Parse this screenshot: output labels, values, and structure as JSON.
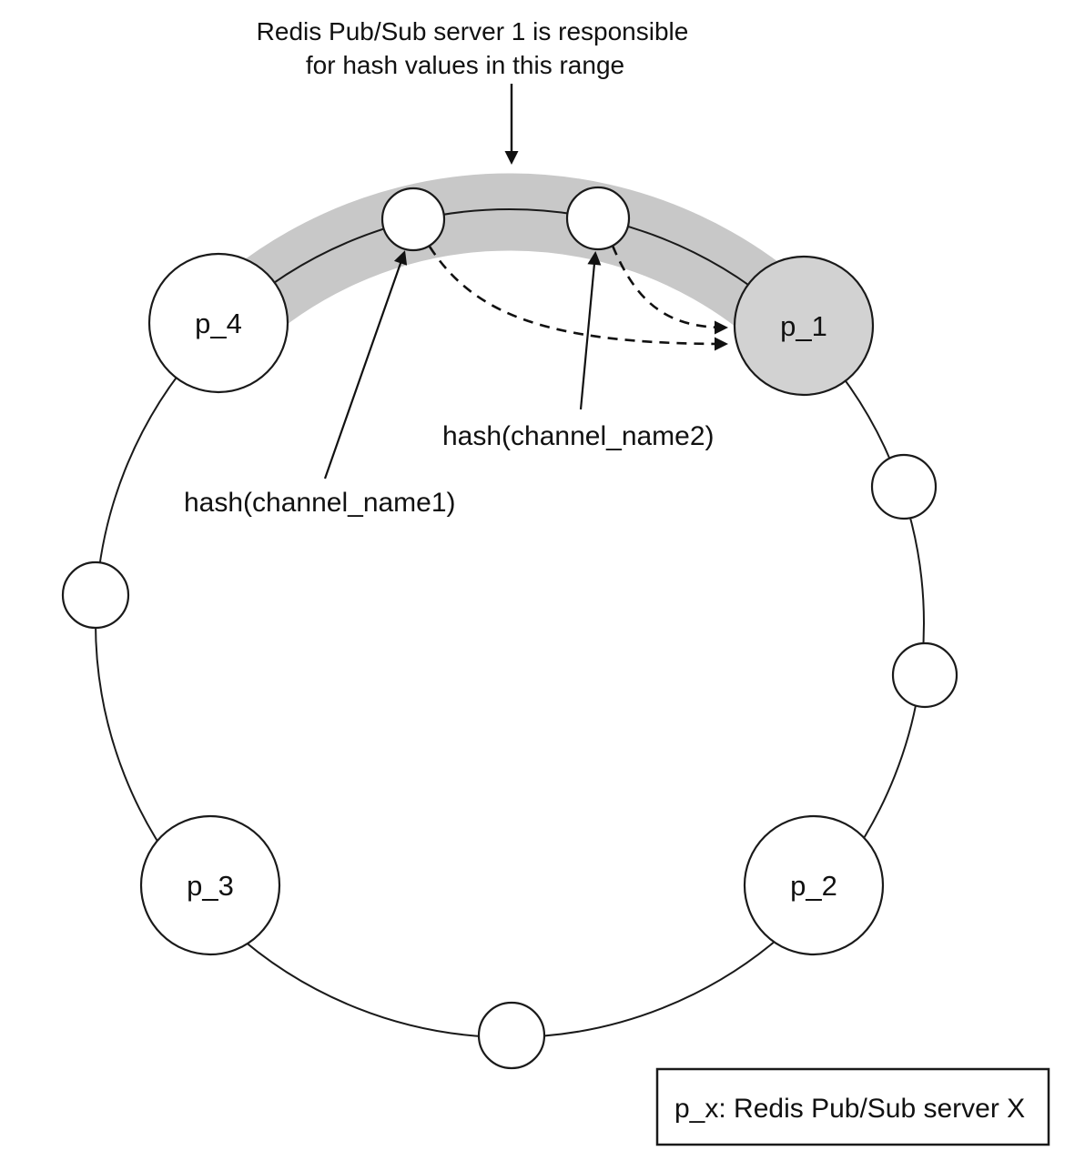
{
  "title": {
    "line1": "Redis Pub/Sub server 1 is responsible",
    "line2": "for hash values in this range"
  },
  "annotations": {
    "hash_channel_1": "hash(channel_name1)",
    "hash_channel_2": "hash(channel_name2)"
  },
  "nodes": {
    "p1": {
      "label": "p_1"
    },
    "p2": {
      "label": "p_2"
    },
    "p3": {
      "label": "p_3"
    },
    "p4": {
      "label": "p_4"
    }
  },
  "legend": {
    "text": "p_x: Redis Pub/Sub server X"
  },
  "colors": {
    "highlight_band": "#c8c8c8",
    "highlighted_node_fill": "#d2d2d2",
    "node_fill": "#ffffff",
    "line": "#1a1a1a",
    "text": "#111111",
    "background": "#ffffff"
  }
}
